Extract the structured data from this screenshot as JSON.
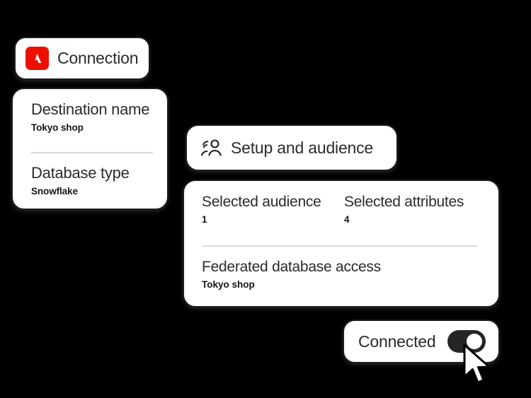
{
  "connection": {
    "icon": "adobe-logo-icon",
    "label": "Connection"
  },
  "destination": {
    "fields": [
      {
        "title": "Destination name",
        "value": "Tokyo shop"
      },
      {
        "title": "Database type",
        "value": "Snowflake"
      }
    ]
  },
  "setup": {
    "icon": "audience-group-icon",
    "label": "Setup and audience"
  },
  "audience": {
    "stats": [
      {
        "title": "Selected audience",
        "value": "1"
      },
      {
        "title": "Selected attributes",
        "value": "4"
      }
    ],
    "federated": {
      "title": "Federated database access",
      "value": "Tokyo shop"
    }
  },
  "connected": {
    "label": "Connected",
    "toggle_state": "on"
  },
  "colors": {
    "background": "#000000",
    "card_background": "#ffffff",
    "card_border": "#1b1b1b",
    "adobe_red": "#ed1000",
    "title_text": "#2b2b2b",
    "value_text": "#161616",
    "divider": "#dadada",
    "toggle_on": "#252525"
  },
  "cursor": {
    "icon": "arrow-pointer-icon"
  }
}
